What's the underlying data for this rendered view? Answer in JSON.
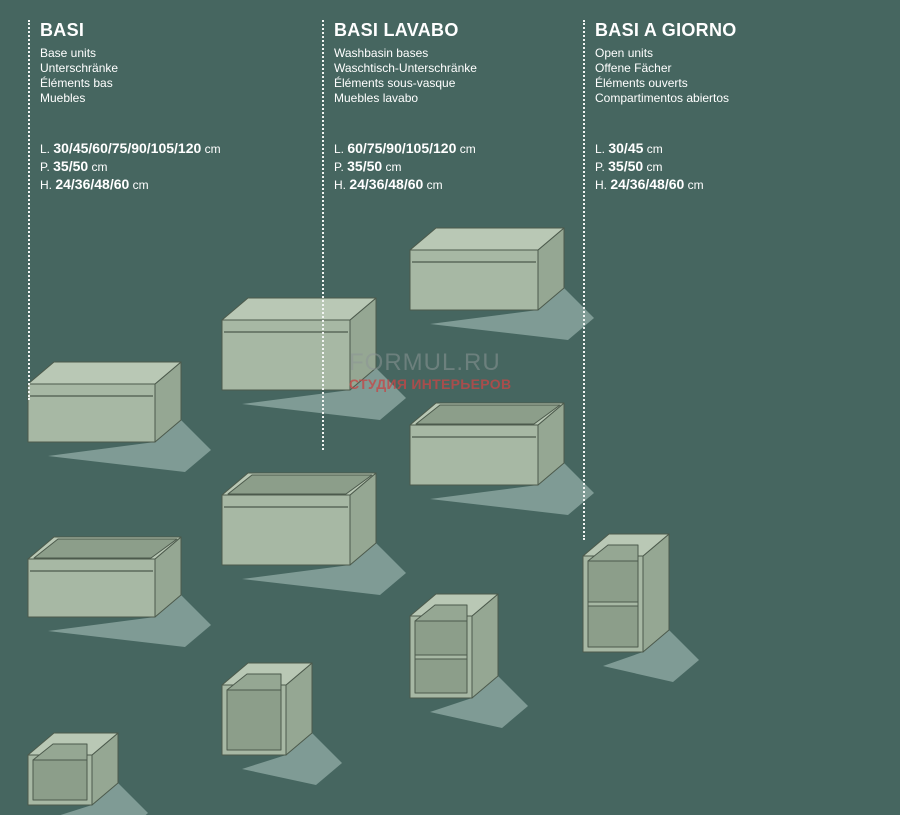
{
  "columns": [
    {
      "title": "BASI",
      "subtitles": [
        "Base units",
        "Unterschränke",
        "Éléments bas",
        "Muebles"
      ],
      "dims": [
        {
          "prefix": "L.",
          "value": "30/45/60/75/90/105/120",
          "unit": "cm"
        },
        {
          "prefix": "P.",
          "value": "35/50",
          "unit": "cm"
        },
        {
          "prefix": "H.",
          "value": "24/36/48/60",
          "unit": "cm"
        }
      ]
    },
    {
      "title": "BASI LAVABO",
      "subtitles": [
        "Washbasin bases",
        "Waschtisch-Unterschränke",
        "Éléments sous-vasque",
        "Muebles lavabo"
      ],
      "dims": [
        {
          "prefix": "L.",
          "value": "60/75/90/105/120",
          "unit": "cm"
        },
        {
          "prefix": "P.",
          "value": "35/50",
          "unit": "cm"
        },
        {
          "prefix": "H.",
          "value": "24/36/48/60",
          "unit": "cm"
        }
      ]
    },
    {
      "title": "BASI A GIORNO",
      "subtitles": [
        "Open units",
        "Offene Fächer",
        "Éléments ouverts",
        "Compartimentos abiertos"
      ],
      "dims": [
        {
          "prefix": "L.",
          "value": "30/45",
          "unit": "cm"
        },
        {
          "prefix": "P.",
          "value": "35/50",
          "unit": "cm"
        },
        {
          "prefix": "H.",
          "value": "24/36/48/60",
          "unit": "cm"
        }
      ]
    }
  ],
  "watermark": {
    "line1": "FORMUL.RU",
    "line2": "СТУДИЯ ИНТЕРЬЕРОВ"
  },
  "colors": {
    "background": "#466660",
    "cabinet_front": "#a7b8a4",
    "cabinet_top": "#b9c8b5",
    "cabinet_side": "#95a793",
    "cabinet_inner": "#8c9e8a",
    "shadow": "#7f9b95",
    "edge": "#4c5a4c"
  },
  "cabinets": [
    {
      "name": "basi-drawer-low",
      "type": "drawer"
    },
    {
      "name": "basi-drawer-mid",
      "type": "drawer"
    },
    {
      "name": "basi-drawer-open-low",
      "type": "drawer_open"
    },
    {
      "name": "basi-drawer-open-mid",
      "type": "drawer_open"
    },
    {
      "name": "basi-open-box-small",
      "type": "open_box"
    },
    {
      "name": "basi-open-box-low",
      "type": "open_box"
    },
    {
      "name": "lavabo-drawer-tall",
      "type": "drawer"
    },
    {
      "name": "lavabo-drawer-open-tall",
      "type": "drawer_open"
    },
    {
      "name": "lavabo-open-shelf",
      "type": "open_shelf"
    },
    {
      "name": "giorno-open-shelf-tall",
      "type": "open_shelf"
    }
  ]
}
